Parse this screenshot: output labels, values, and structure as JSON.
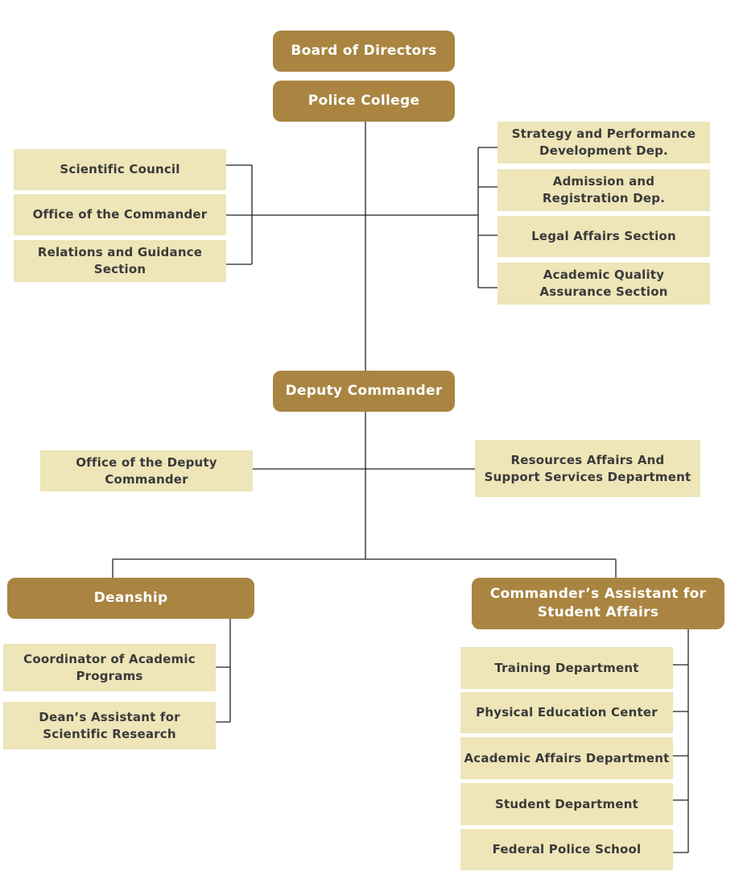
{
  "colors": {
    "primary_fill": "#a98541",
    "secondary_fill": "#eee5b8",
    "connector": "#222222"
  },
  "nodes": {
    "board": "Board of Directors",
    "police_college": "Police College",
    "scientific_council": "Scientific Council",
    "office_commander": "Office of the Commander",
    "relations_guidance": "Relations and Guidance Section",
    "strategy_performance": "Strategy and Performance Development Dep.",
    "admission_registration": "Admission and Registration Dep.",
    "legal_affairs": "Legal Affairs Section",
    "academic_quality": "Academic Quality Assurance Section",
    "deputy_commander": "Deputy Commander",
    "office_deputy": "Office of the Deputy Commander",
    "resources_affairs": "Resources Affairs And Support Services Department",
    "deanship": "Deanship",
    "commanders_assistant": "Commander’s Assistant for Student Affairs",
    "coordinator_academic": "Coordinator of Academic Programs",
    "deans_assistant": "Dean’s Assistant for Scientific Research",
    "training_dept": "Training Department",
    "physical_education": "Physical Education Center",
    "academic_affairs": "Academic Affairs Department",
    "student_dept": "Student Department",
    "federal_police": "Federal Police School"
  }
}
